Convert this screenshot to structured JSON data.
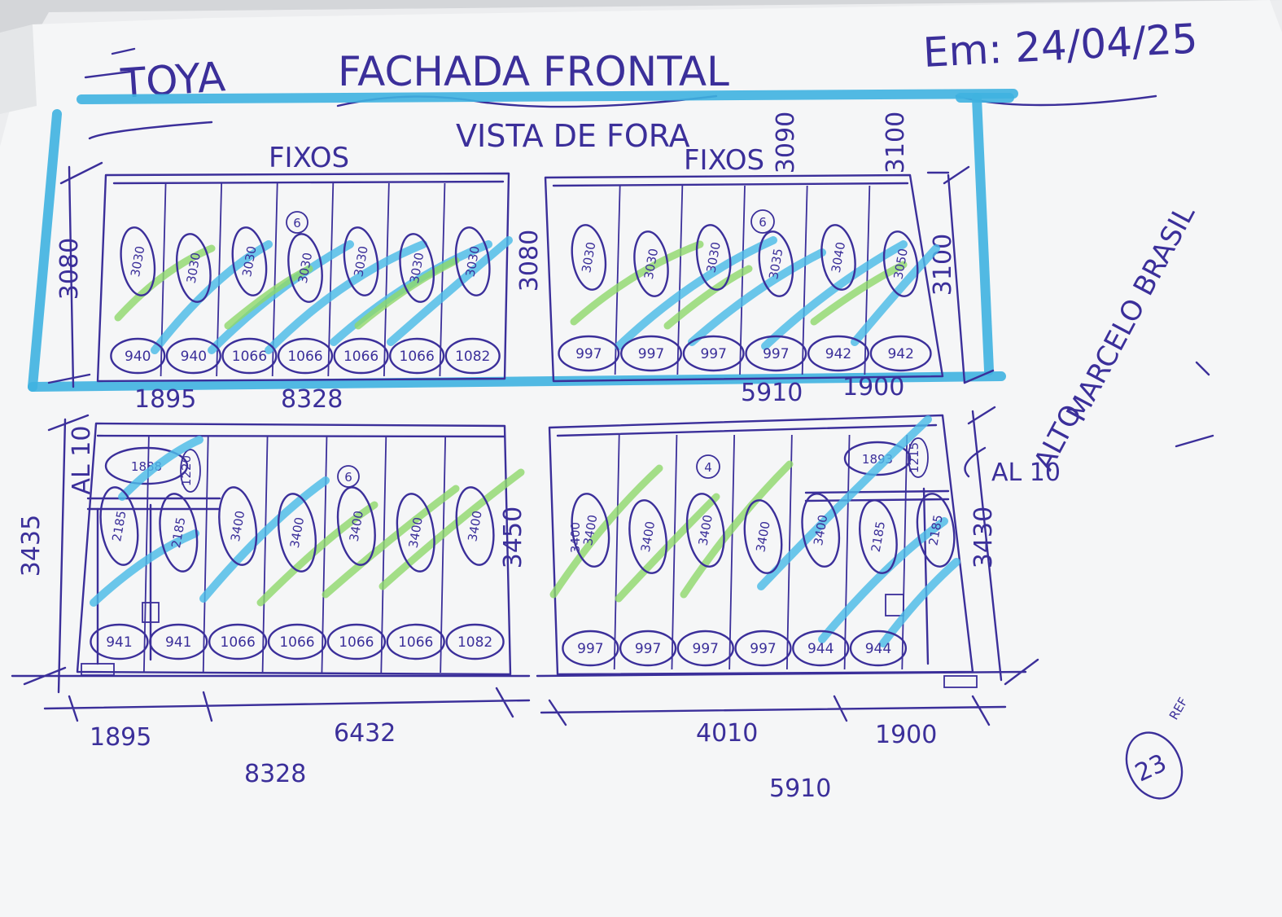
{
  "header": {
    "client": "TOYA",
    "title": "FACHADA FRONTAL",
    "subtitle": "VISTA DE FORA",
    "date": "Em: 24/04/25"
  },
  "top_left_panel": {
    "label": "FIXOS",
    "height": "3080",
    "widths": [
      "1895",
      "8328"
    ],
    "ovals": [
      "3030",
      "3030",
      "3030",
      "3030",
      "3030",
      "3030",
      "3030"
    ],
    "bottoms": [
      "940",
      "940",
      "1066",
      "1066",
      "1066",
      "1066",
      "1082"
    ],
    "marker": "6"
  },
  "top_right_panel": {
    "label": "FIXOS",
    "height_left": "3080",
    "height_right": "3100",
    "top_dims": [
      "3090",
      "3100"
    ],
    "widths": [
      "5910",
      "1900"
    ],
    "ovals": [
      "3030",
      "3030",
      "3030",
      "3035",
      "3040",
      "3050"
    ],
    "bottoms": [
      "997",
      "997",
      "997",
      "997",
      "942",
      "942"
    ],
    "marker": "6"
  },
  "bottom_left_panel": {
    "height_left": "3435",
    "height_right": "3450",
    "alto": "AL 10",
    "door_labels": [
      "1888",
      "1220"
    ],
    "ovals": [
      "2185",
      "2185",
      "3400",
      "3400",
      "3400",
      "3400",
      "3400"
    ],
    "bottoms": [
      "941",
      "941",
      "1066",
      "1066",
      "1066",
      "1066",
      "1082"
    ],
    "marker": "6",
    "widths": [
      "1895",
      "6432"
    ],
    "total": "8328"
  },
  "bottom_right_panel": {
    "height_right": "3430",
    "alto": "AL 10",
    "door_labels": [
      "1893",
      "1215"
    ],
    "ovals": [
      "3400",
      "3400",
      "3400",
      "3400",
      "3400",
      "2185",
      "2185"
    ],
    "extra": "3400",
    "bottoms": [
      "997",
      "997",
      "997",
      "997",
      "944",
      "944"
    ],
    "marker": "4",
    "widths": [
      "4010",
      "1900"
    ],
    "total": "5910"
  },
  "notes": {
    "alto_note": "ALTO",
    "signature": "MARCELO BRASIL",
    "page": "23",
    "page_suffix": "REF"
  },
  "colors": {
    "ink": "#3b2f9a",
    "blue_highlight": "#3fb3e0",
    "green_highlight": "#8fd86a",
    "paper": "#f4f5f6"
  }
}
